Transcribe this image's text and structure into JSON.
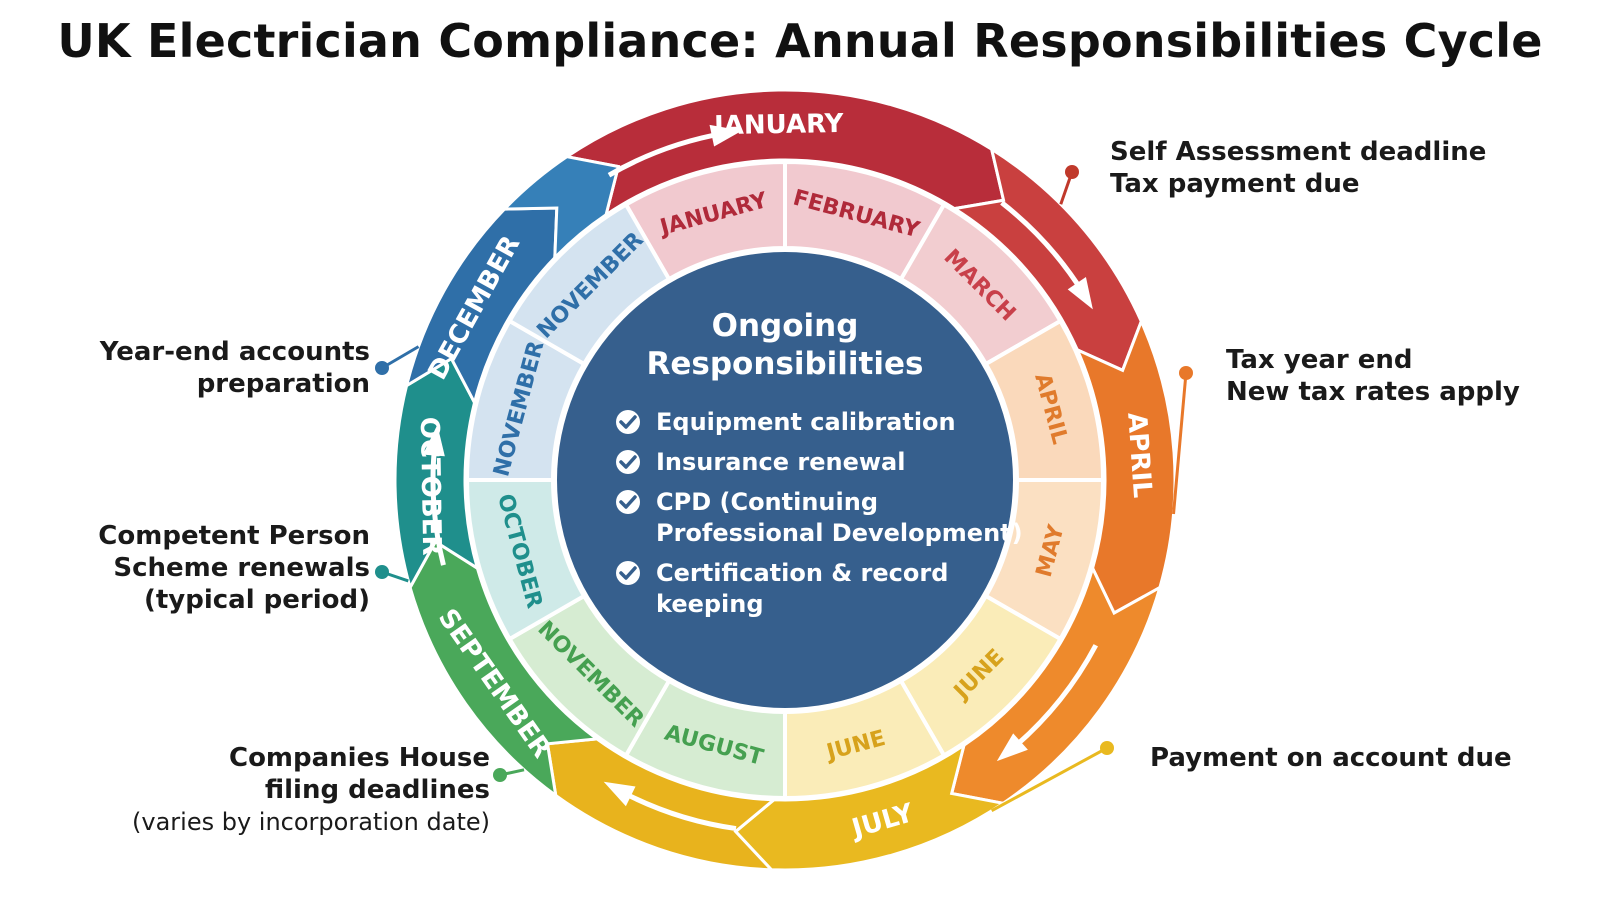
{
  "title": "UK Electrician Compliance: Annual Responsibilities Cycle",
  "outer_ring": [
    {
      "label": "JANUARY",
      "color": "#b82d3a"
    },
    {
      "label": "",
      "color": "#c9403f"
    },
    {
      "label": "APRIL",
      "color": "#e8782a"
    },
    {
      "label": "",
      "color": "#ee8a2c"
    },
    {
      "label": "JULY",
      "color": "#e9b920"
    },
    {
      "label": "",
      "color": "#e8b31d"
    },
    {
      "label": "SEPTEMBER",
      "color": "#4aa85a"
    },
    {
      "label": "OCTOBER",
      "color": "#1f8f8c"
    },
    {
      "label": "DECEMBER",
      "color": "#2f6fa8"
    },
    {
      "label": "",
      "color": "#3680b8"
    }
  ],
  "inner_ring": [
    {
      "label": "JANUARY",
      "fill": "#f1c9cf",
      "text": "#b02a3a"
    },
    {
      "label": "FEBRUARY",
      "fill": "#f1c9cf",
      "text": "#b02a3a"
    },
    {
      "label": "MARCH",
      "fill": "#f2cdd0",
      "text": "#c8404a"
    },
    {
      "label": "APRIL",
      "fill": "#fad9bb",
      "text": "#e07b2c"
    },
    {
      "label": "MAY",
      "fill": "#fbe0c2",
      "text": "#e07b2c"
    },
    {
      "label": "JUNE",
      "fill": "#faecb8",
      "text": "#d7a21c"
    },
    {
      "label": "JUNE",
      "fill": "#faecb8",
      "text": "#d7a21c"
    },
    {
      "label": "AUGUST",
      "fill": "#d6ecd2",
      "text": "#45a050"
    },
    {
      "label": "NOVEMBER",
      "fill": "#d6ecd2",
      "text": "#45a050"
    },
    {
      "label": "OCTOBER",
      "fill": "#cfeae8",
      "text": "#1f8f8c"
    },
    {
      "label": "NOVEMBER",
      "fill": "#d4e3f0",
      "text": "#2f6fa8"
    },
    {
      "label": "NOVEMBER",
      "fill": "#d4e3f0",
      "text": "#2f6fa8"
    }
  ],
  "center": {
    "title_line1": "Ongoing",
    "title_line2": "Responsibilities",
    "color": "#365f8d",
    "items": [
      [
        "Equipment calibration"
      ],
      [
        "Insurance renewal"
      ],
      [
        "CPD (Continuing",
        "Professional Development)"
      ],
      [
        "Certification & record",
        "keeping"
      ]
    ]
  },
  "callouts": {
    "self_assessment": {
      "line1": "Self Assessment deadline",
      "line2": "Tax payment due",
      "color": "#c0392b"
    },
    "tax_year": {
      "line1": "Tax year end",
      "line2": "New tax rates apply",
      "color": "#e8782a"
    },
    "payment_on_account": {
      "line1": "Payment on account due",
      "color": "#e9b920"
    },
    "year_end": {
      "line1": "Year-end accounts",
      "line2": "preparation",
      "color": "#2f6fa8"
    },
    "competent_person": {
      "line1": "Competent Person",
      "line2": "Scheme renewals",
      "line3": "(typical period)",
      "color": "#1f8f8c"
    },
    "companies_house": {
      "line1": "Companies House",
      "line2": "filing deadlines",
      "line3": "(varies by incorporation date)",
      "color": "#4aa85a"
    }
  }
}
